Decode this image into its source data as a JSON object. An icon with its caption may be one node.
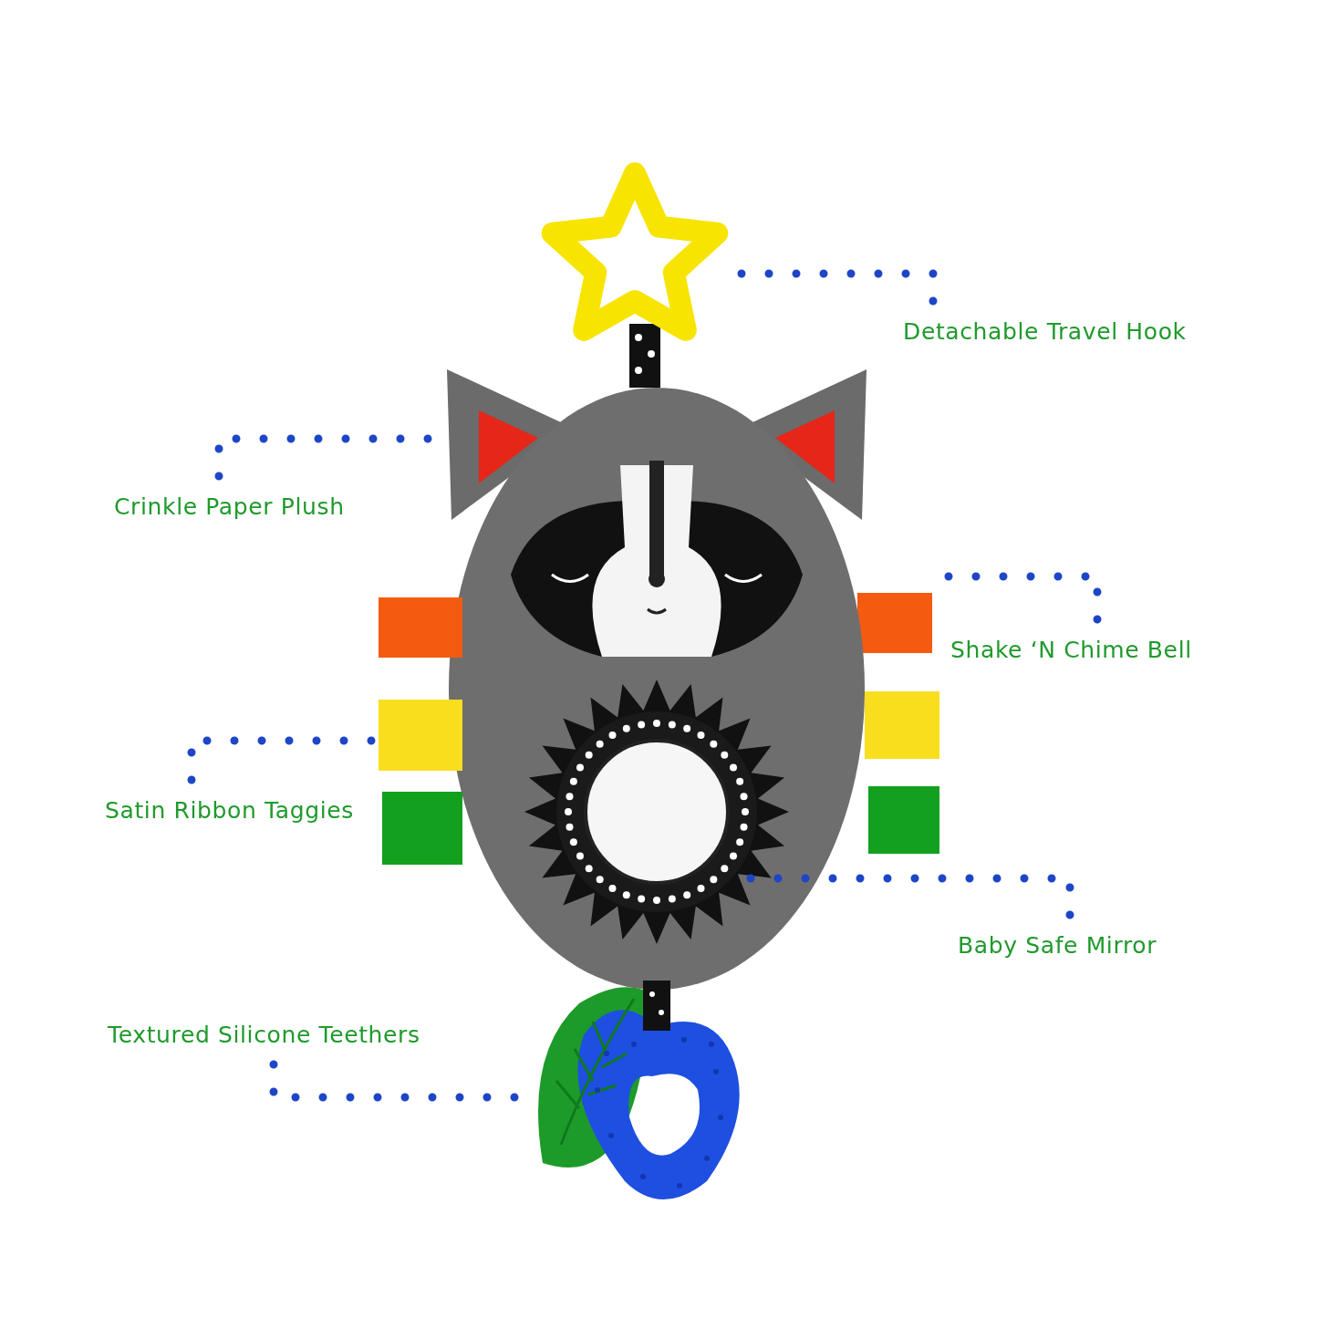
{
  "diagram": {
    "nodes": [
      {
        "text": [
          "Detachable Travel Hook"
        ]
      },
      {
        "text": [
          "Crinkle Paper Plush"
        ]
      },
      {
        "text": [
          "Shake ‘N Chime Bell"
        ]
      },
      {
        "text": [
          "Satin Ribbon Taggies"
        ]
      },
      {
        "text": [
          "Baby Safe Mirror"
        ]
      },
      {
        "text": [
          "Textured Silicone Teethers"
        ]
      },
      {
        "text": [],
        "shape": "picture"
      },
      {
        "text": [],
        "shape": "picture"
      },
      {
        "text": [],
        "shape": "picture"
      },
      {
        "text": [],
        "shape": "circle",
        "in": 7
      },
      {
        "text": [],
        "shape": "picture"
      }
    ],
    "edges": [
      {
        "from": 0,
        "to": 6,
        "arrow": "none",
        "style": "dashed"
      },
      {
        "from": 1,
        "to": 7,
        "arrow": "none",
        "style": "dashed"
      },
      {
        "from": 2,
        "to": null,
        "arrow": "none",
        "style": "dashed"
      },
      {
        "from": 3,
        "to": 8,
        "arrow": "none",
        "style": "dashed"
      },
      {
        "from": 4,
        "to": 9,
        "arrow": "none",
        "style": "dashed"
      },
      {
        "from": 5,
        "to": 10,
        "arrow": "none",
        "style": "dashed"
      }
    ]
  }
}
